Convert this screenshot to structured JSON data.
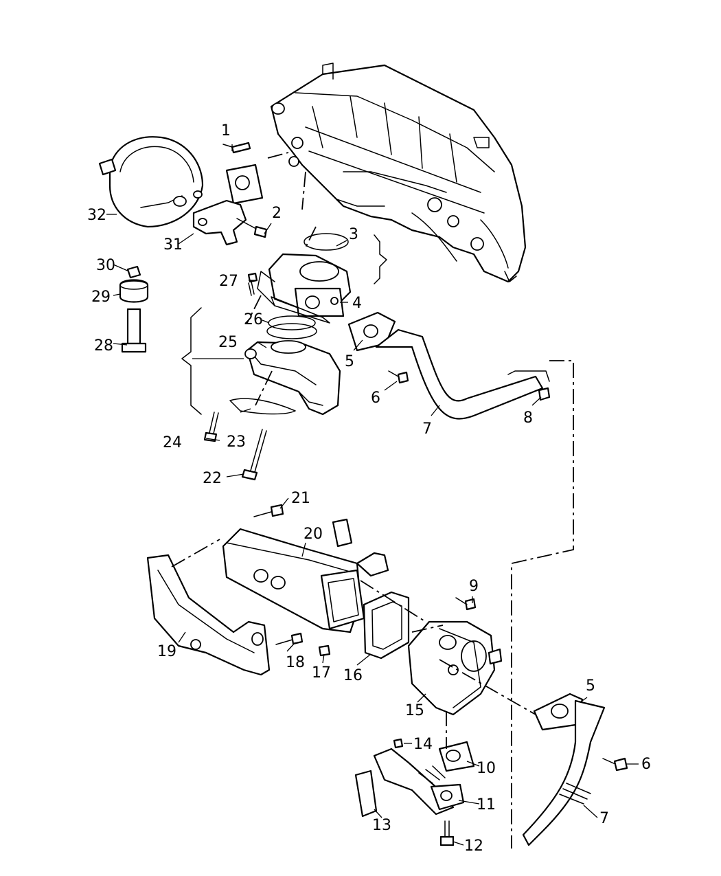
{
  "callouts": [
    {
      "id": "c1",
      "label": "1"
    },
    {
      "id": "c2",
      "label": "2"
    },
    {
      "id": "c3",
      "label": "3"
    },
    {
      "id": "c4",
      "label": "4"
    },
    {
      "id": "c5a",
      "label": "5"
    },
    {
      "id": "c5b",
      "label": "5"
    },
    {
      "id": "c6a",
      "label": "6"
    },
    {
      "id": "c6b",
      "label": "6"
    },
    {
      "id": "c7a",
      "label": "7"
    },
    {
      "id": "c7b",
      "label": "7"
    },
    {
      "id": "c8",
      "label": "8"
    },
    {
      "id": "c9",
      "label": "9"
    },
    {
      "id": "c10",
      "label": "10"
    },
    {
      "id": "c11",
      "label": "11"
    },
    {
      "id": "c12",
      "label": "12"
    },
    {
      "id": "c13",
      "label": "13"
    },
    {
      "id": "c14",
      "label": "14"
    },
    {
      "id": "c15",
      "label": "15"
    },
    {
      "id": "c16",
      "label": "16"
    },
    {
      "id": "c17",
      "label": "17"
    },
    {
      "id": "c18",
      "label": "18"
    },
    {
      "id": "c19",
      "label": "19"
    },
    {
      "id": "c20",
      "label": "20"
    },
    {
      "id": "c21",
      "label": "21"
    },
    {
      "id": "c22",
      "label": "22"
    },
    {
      "id": "c23",
      "label": "23"
    },
    {
      "id": "c24",
      "label": "24"
    },
    {
      "id": "c25",
      "label": "25"
    },
    {
      "id": "c26",
      "label": "26"
    },
    {
      "id": "c27",
      "label": "27"
    },
    {
      "id": "c28",
      "label": "28"
    },
    {
      "id": "c29",
      "label": "29"
    },
    {
      "id": "c30",
      "label": "30"
    },
    {
      "id": "c31",
      "label": "31"
    },
    {
      "id": "c32",
      "label": "32"
    }
  ]
}
